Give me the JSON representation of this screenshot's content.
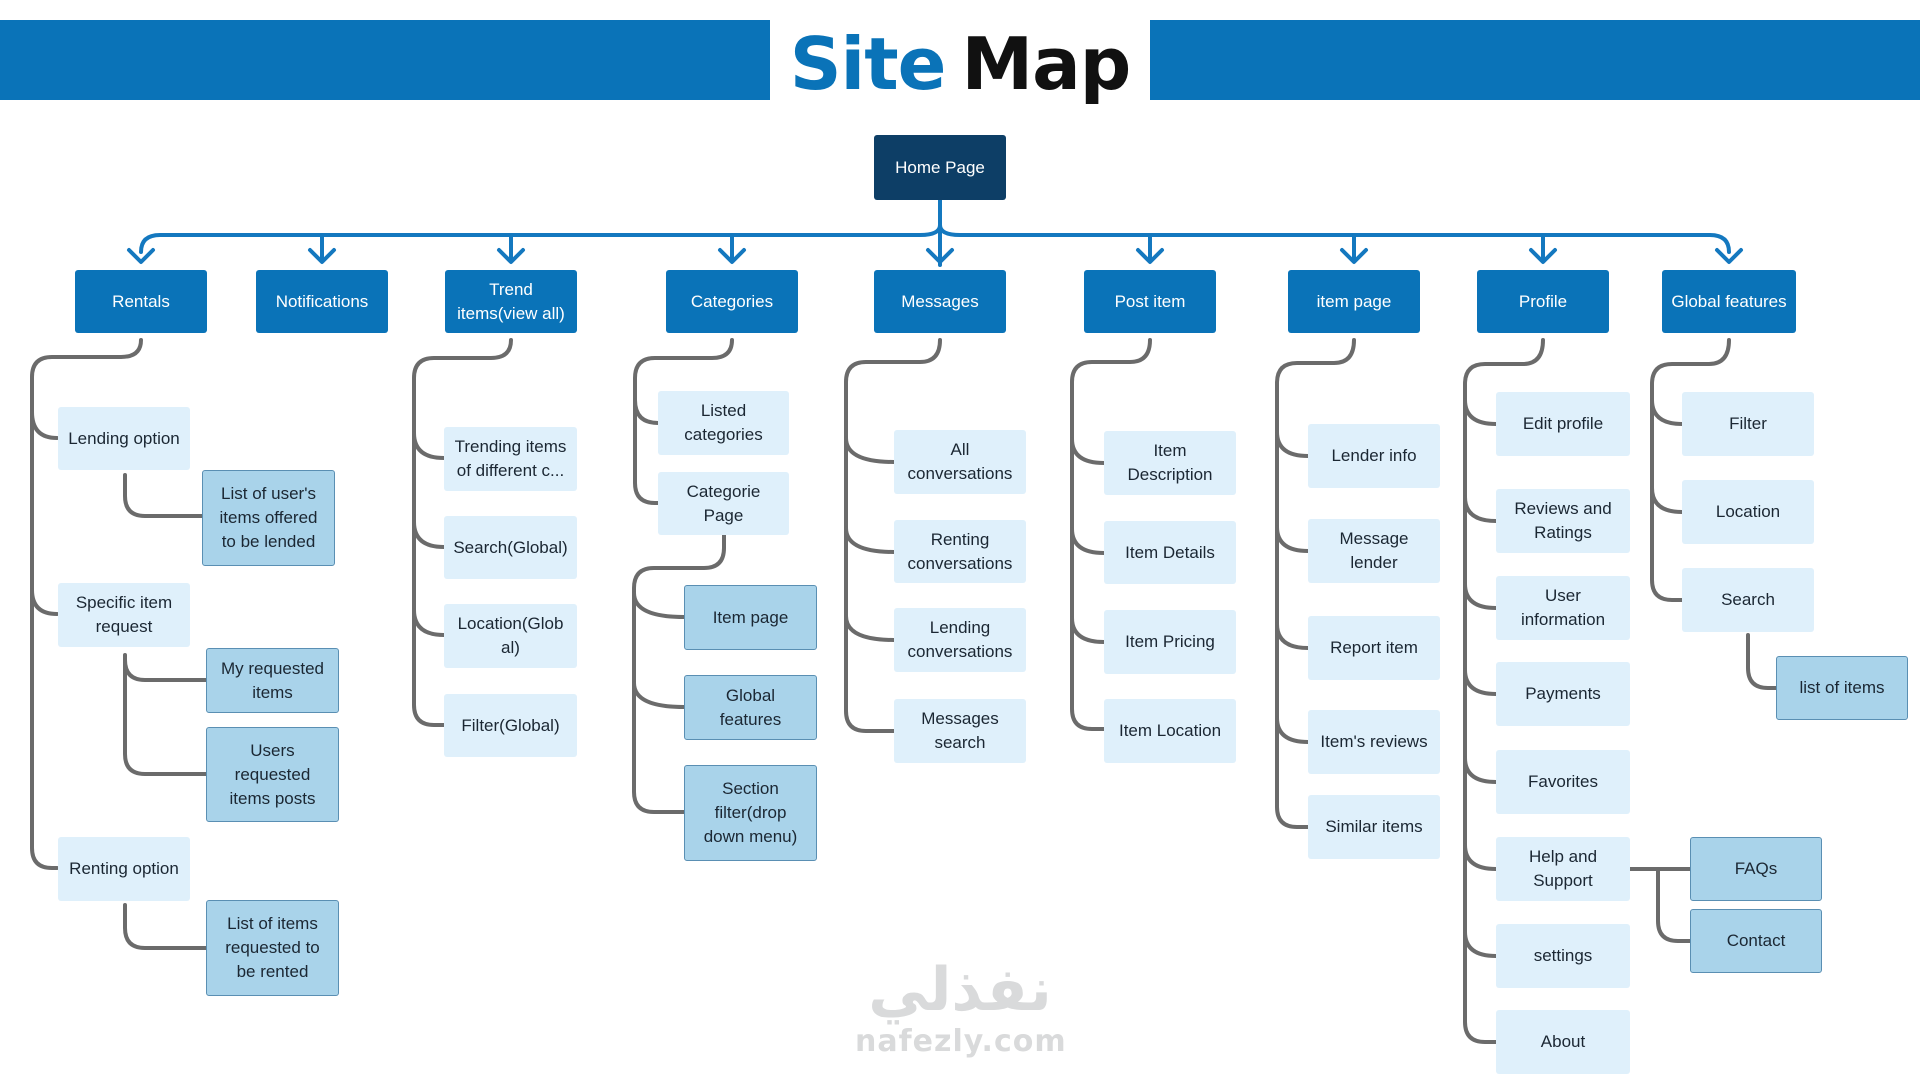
{
  "title": {
    "word1": "Site",
    "word2": "Map"
  },
  "root": "Home Page",
  "categories": [
    "Rentals",
    "Notifications",
    "Trend\nitems(view all)",
    "Categories",
    "Messages",
    "Post item",
    "item page",
    "Profile",
    "Global features"
  ],
  "rentals": {
    "lending_option": "Lending option",
    "lending_list": "List of user's\nitems offered\nto be lended",
    "specific_request": "Specific item\nrequest",
    "my_requested": "My requested\nitems",
    "users_requested": "Users\nrequested\nitems posts",
    "renting_option": "Renting option",
    "renting_list": "List of items\nrequested to\nbe rented"
  },
  "trend": [
    "Trending items\nof different c...",
    "Search(Global)",
    "Location(Glob\nal)",
    "Filter(Global)"
  ],
  "categories_section": {
    "listed": "Listed\ncategories",
    "page": "Categorie Page",
    "page_children": [
      "Item page",
      "Global features",
      "Section\nfilter(drop\ndown menu)"
    ]
  },
  "messages": [
    "All\nconversations",
    "Renting\nconversations",
    "Lending\nconversations",
    "Messages\nsearch"
  ],
  "post_item": [
    "Item\nDescription",
    "Item Details",
    "Item Pricing",
    "Item Location"
  ],
  "item_page": [
    "Lender info",
    "Message\nlender",
    "Report item",
    "Item's reviews",
    "Similar items"
  ],
  "profile": [
    "Edit profile",
    "Reviews and\nRatings",
    "User\ninformation",
    "Payments",
    "Favorites",
    "Help and\nSupport",
    "settings",
    "About"
  ],
  "help_children": [
    "FAQs",
    "Contact"
  ],
  "global": [
    "Filter",
    "Location",
    "Search"
  ],
  "global_search_child": "list of items",
  "watermark": {
    "arabic": "نفذلي",
    "latin": "nafezly.com"
  },
  "colors": {
    "banner": "#0a73b8",
    "root": "#0d3e66",
    "category": "#0a73b8",
    "sub_node": "#dff0fb",
    "leaf_node": "#a9d3ea",
    "connector_main": "#1478bf",
    "connector_branch": "#6b6b6b"
  }
}
